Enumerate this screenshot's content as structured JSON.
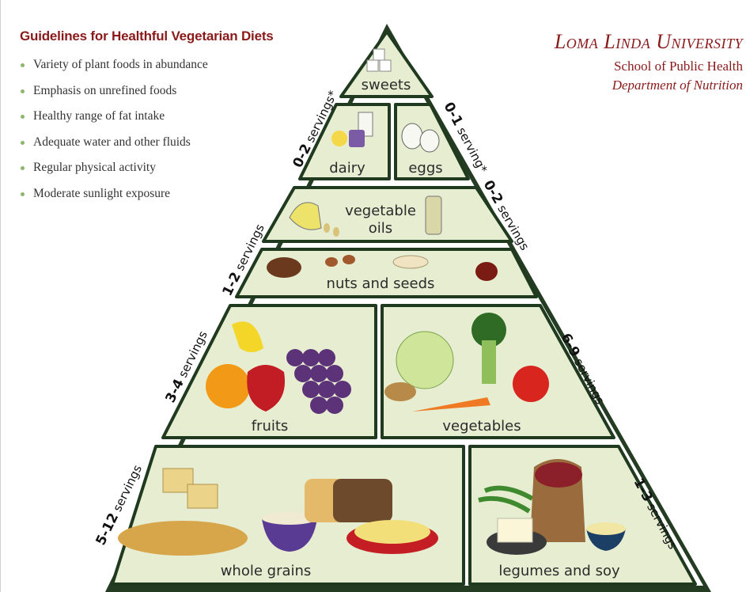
{
  "guidelines": {
    "title": "Guidelines for Healthful Vegetarian Diets",
    "items": [
      "Variety of plant foods in abundance",
      "Emphasis on unrefined foods",
      "Healthy range of fat intake",
      "Adequate water and other fluids",
      "Regular physical activity",
      "Moderate sunlight exposure"
    ]
  },
  "institution": {
    "name": "Loma Linda University",
    "school": "School of Public Health",
    "department": "Department of Nutrition"
  },
  "pyramid": {
    "tiers": {
      "sweets": "sweets",
      "dairy": "dairy",
      "eggs": "eggs",
      "oils_line1": "vegetable",
      "oils_line2": "oils",
      "nuts": "nuts and seeds",
      "fruits": "fruits",
      "vegetables": "vegetables",
      "grains": "whole grains",
      "legumes": "legumes and soy"
    },
    "servings": {
      "dairy": {
        "num": "0-2",
        "unit": "servings*"
      },
      "eggs": {
        "num": "0-1",
        "unit": "serving*"
      },
      "oils": {
        "num": "0-2",
        "unit": "servings"
      },
      "nuts": {
        "num": "1-2",
        "unit": "servings"
      },
      "fruits": {
        "num": "3-4",
        "unit": "servings"
      },
      "vegetables": {
        "num": "6-9",
        "unit": "servings"
      },
      "grains": {
        "num": "5-12",
        "unit": "servings"
      },
      "legumes": {
        "num": "1-3",
        "unit": "servings"
      }
    }
  },
  "colors": {
    "brand": "#8a1a1a",
    "tier_fill": "#e6edd0",
    "tier_border": "#1f3a1f",
    "bullet": "#8fb56a"
  }
}
